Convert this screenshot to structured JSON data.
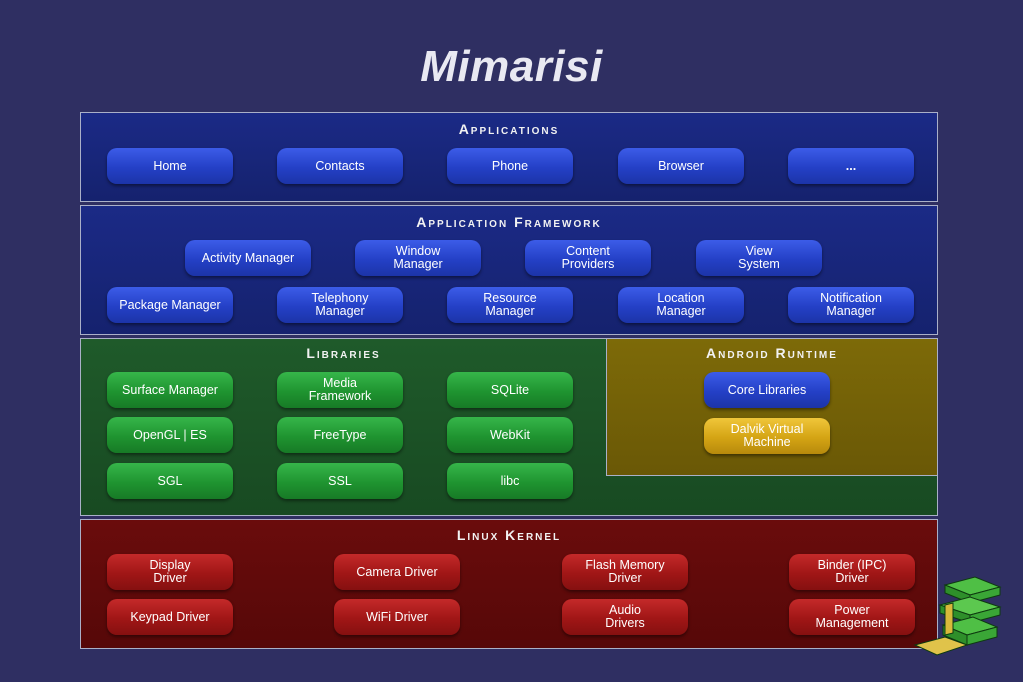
{
  "title": "Mimarisi",
  "applications": {
    "heading": "Applications",
    "items": [
      "Home",
      "Contacts",
      "Phone",
      "Browser",
      "..."
    ]
  },
  "framework": {
    "heading": "Application Framework",
    "row1": [
      "Activity Manager",
      "Window\nManager",
      "Content\nProviders",
      "View\nSystem"
    ],
    "row2": [
      "Package Manager",
      "Telephony\nManager",
      "Resource\nManager",
      "Location\nManager",
      "Notification\nManager"
    ]
  },
  "libraries": {
    "heading": "Libraries",
    "items": [
      "Surface Manager",
      "Media\nFramework",
      "SQLite",
      "OpenGL | ES",
      "FreeType",
      "WebKit",
      "SGL",
      "SSL",
      "libc"
    ]
  },
  "runtime": {
    "heading": "Android Runtime",
    "items": [
      "Core Libraries",
      "Dalvik Virtual\nMachine"
    ]
  },
  "kernel": {
    "heading": "Linux Kernel",
    "row1": [
      "Display\nDriver",
      "Camera Driver",
      "Flash Memory\nDriver",
      "Binder (IPC)\nDriver"
    ],
    "row2": [
      "Keypad Driver",
      "WiFi Driver",
      "Audio\nDrivers",
      "Power\nManagement"
    ]
  },
  "colors": {
    "background": "#2f2f62",
    "applications": "#1b2a86",
    "libraries": "#1f5a2a",
    "runtime": "#7d6a08",
    "kernel": "#6a0c0c",
    "button_blue": "#2440c6",
    "button_green": "#1f9430",
    "button_gold": "#d4a414",
    "button_red": "#a01616"
  },
  "logo_icon": "green-block-logo-icon"
}
